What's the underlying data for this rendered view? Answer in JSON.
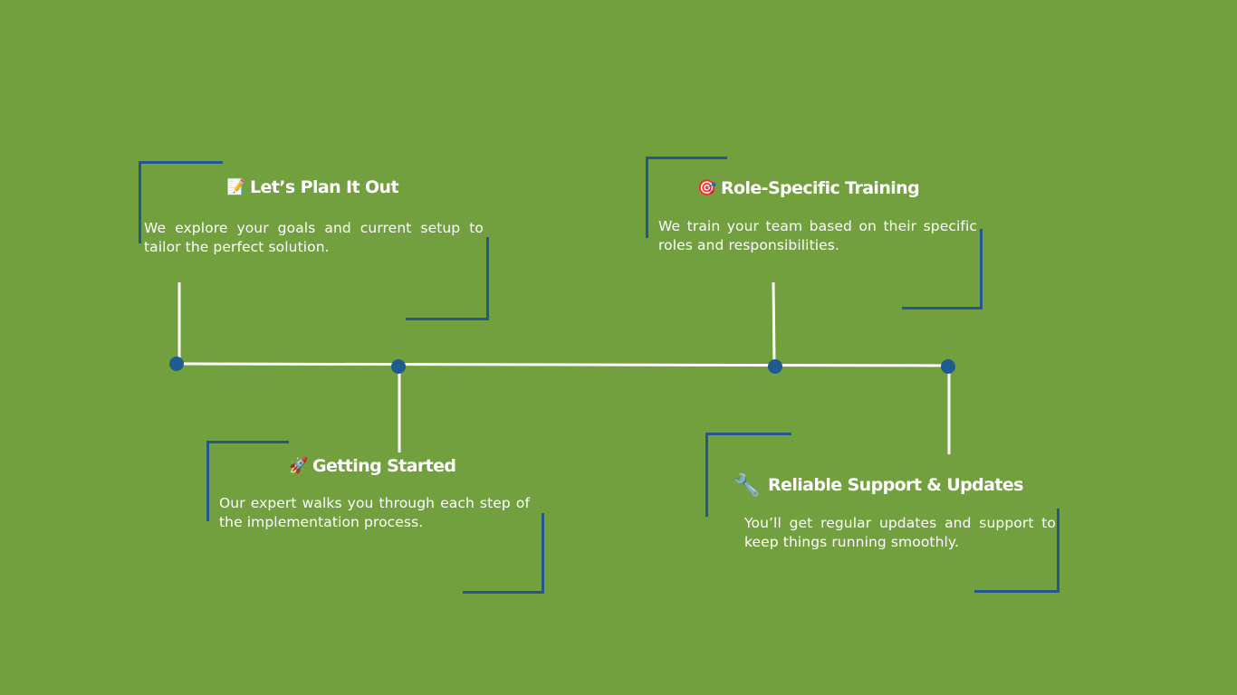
{
  "steps": [
    {
      "emoji": "📝",
      "icon": "memo-icon",
      "title": "Let’s Plan It Out",
      "description": "We explore your goals and current setup to tailor the perfect solution."
    },
    {
      "emoji": "🚀",
      "icon": "rocket-icon",
      "title": "Getting Started",
      "description": "Our expert walks you through each step of the implementation process."
    },
    {
      "emoji": "🎯",
      "icon": "target-icon",
      "title": "Role-Specific Training",
      "description": "We train your team based on their specific roles and responsibilities."
    },
    {
      "emoji": "🔧",
      "icon": "tools-icon",
      "title": "Reliable Support & Updates",
      "description": "You’ll get regular updates and support to keep things running smoothly."
    }
  ],
  "colors": {
    "background": "#72a03f",
    "accent": "#24568f",
    "line": "#ffffff",
    "node": "#1f5a91"
  }
}
